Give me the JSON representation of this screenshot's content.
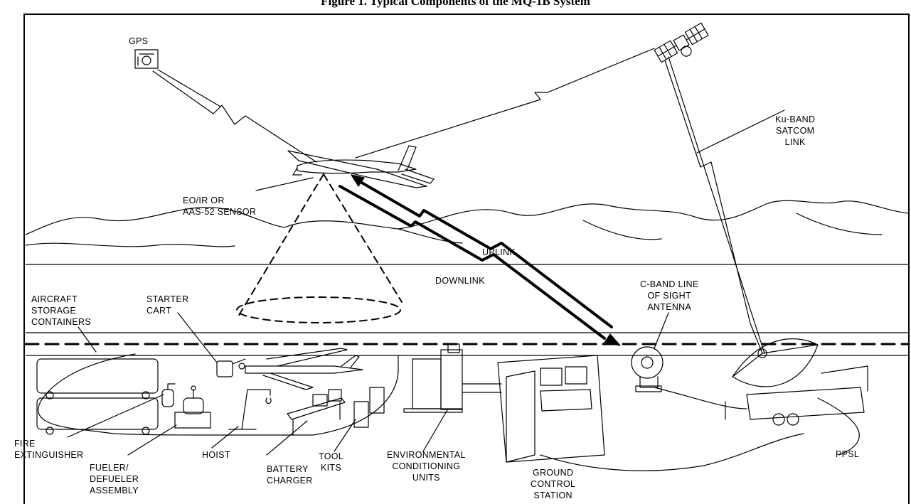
{
  "title": "Figure 1. Typical Components of the MQ-1B System",
  "labels": {
    "gps": "GPS",
    "ku_band": "Ku-BAND\nSATCOM\nLINK",
    "sensor": "EO/IR OR\nAAS-52 SENSOR",
    "uplink": "UPLINK",
    "downlink": "DOWNLINK",
    "cband": "C-BAND LINE\nOF SIGHT\nANTENNA",
    "storage": "AIRCRAFT\nSTORAGE\nCONTAINERS",
    "starter": "STARTER\nCART",
    "fire": "FIRE\nEXTINGUISHER",
    "fueler": "FUELER/\nDEFUELER\nASSEMBLY",
    "hoist": "HOIST",
    "battery": "BATTERY\nCHARGER",
    "toolkits": "TOOL\nKITS",
    "ecu": "ENVIRONMENTAL\nCONDITIONING\nUNITS",
    "gcs": "GROUND\nCONTROL\nSTATION",
    "ppsl": "PPSL"
  }
}
